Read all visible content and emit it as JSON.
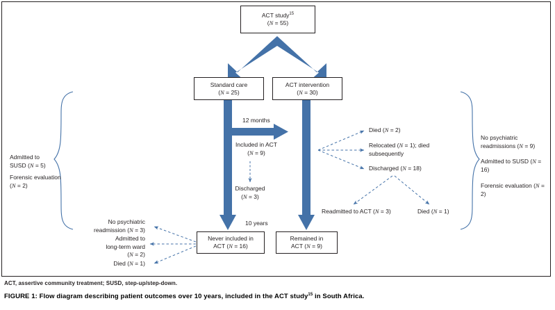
{
  "figure": {
    "footnote": "ACT, assertive community treatment; SUSD, step-up/step-down.",
    "caption_prefix": "FIGURE 1: Flow diagram describing patient outcomes over 10 years, included in the ACT study",
    "caption_ref": "15",
    "caption_suffix": " in South Africa.",
    "accent_color": "#4472A8",
    "line_color": "#231f20"
  },
  "nodes": {
    "act_study": {
      "line1_pre": "ACT study",
      "line1_ref": "15",
      "line2": "(N = 55)"
    },
    "standard_care": {
      "line1": "Standard care",
      "line2": "(N = 25)"
    },
    "act_intervention": {
      "line1": "ACT intervention",
      "line2": "(N = 30)"
    },
    "never_included": {
      "line1": "Never included in",
      "line2": "ACT (N = 16)"
    },
    "remained_in_act": {
      "line1": "Remained in",
      "line2": "ACT (N = 9)"
    }
  },
  "labels": {
    "twelve_months": "12 months",
    "ten_years": "10 years",
    "included_in_act_l1": "Included in ACT",
    "included_in_act_l2": "(N = 9)",
    "discharged_mid_l1": "Discharged",
    "discharged_mid_l2": "(N = 3)",
    "died_2": "Died (N = 2)",
    "relocated_l1": "Relocated (N = 1); died",
    "relocated_l2": "subsequently",
    "discharged_18": "Discharged (N = 18)",
    "readmitted_to_act_3": "Readmitted to ACT (N = 3)",
    "died_1_right": "Died (N = 1)",
    "no_psych_readmission_l1": "No psychiatric",
    "no_psych_readmission_l2": "readmission (N = 3)",
    "admitted_long_term_l1": "Admitted to",
    "admitted_long_term_l2": "long-term ward",
    "admitted_long_term_l3": "(N = 2)",
    "died_1_left": "Died (N = 1)",
    "left_admitted_susd_l1": "Admitted to",
    "left_admitted_susd_l2": "SUSD (N = 5)",
    "left_forensic_l1": "Forensic",
    "left_forensic_l2": "evaluation (N = 2)",
    "right_no_psych_l1": "No psychiatric",
    "right_no_psych_l2": "readmissions (N = 9)",
    "right_admitted_susd_l1": "Admitted to",
    "right_admitted_susd_l2": "SUSD (N = 16)",
    "right_forensic_l1": "Forensic",
    "right_forensic_l2": "evaluation (N = 2)"
  }
}
